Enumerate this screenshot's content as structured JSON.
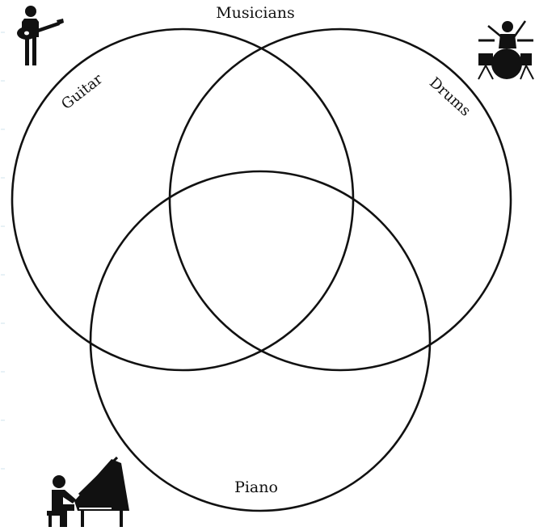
{
  "diagram": {
    "title": "Musicians",
    "sets": [
      {
        "label": "Guitar",
        "icon": "guitarist-icon"
      },
      {
        "label": "Drums",
        "icon": "drummer-icon"
      },
      {
        "label": "Piano",
        "icon": "pianist-icon"
      }
    ],
    "colors": {
      "outline": "#111111",
      "background": "#ffffff"
    }
  }
}
